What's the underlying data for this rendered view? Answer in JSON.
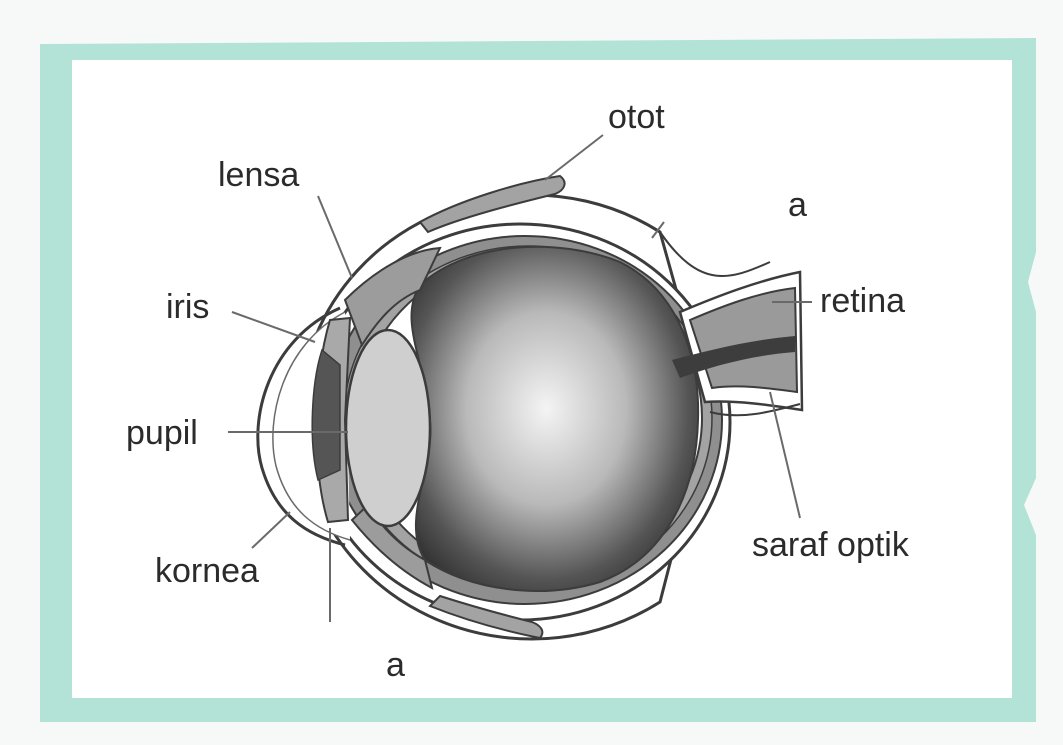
{
  "diagram": {
    "labels": {
      "otot": "otot",
      "lensa": "lensa",
      "a_top": "a",
      "iris": "iris",
      "retina": "retina",
      "pupil": "pupil",
      "saraf_optik": "saraf optik",
      "kornea": "kornea",
      "a_bottom": "a"
    },
    "colors": {
      "frame": "#b3e3d6",
      "paper": "#ffffff",
      "background": "#f7f9f8",
      "outline": "#3c3c3c",
      "choroid": "#8f8f8f",
      "lens": "#cfcfcf",
      "iris": "#a9a9a9",
      "text": "#2b2b2b"
    }
  }
}
